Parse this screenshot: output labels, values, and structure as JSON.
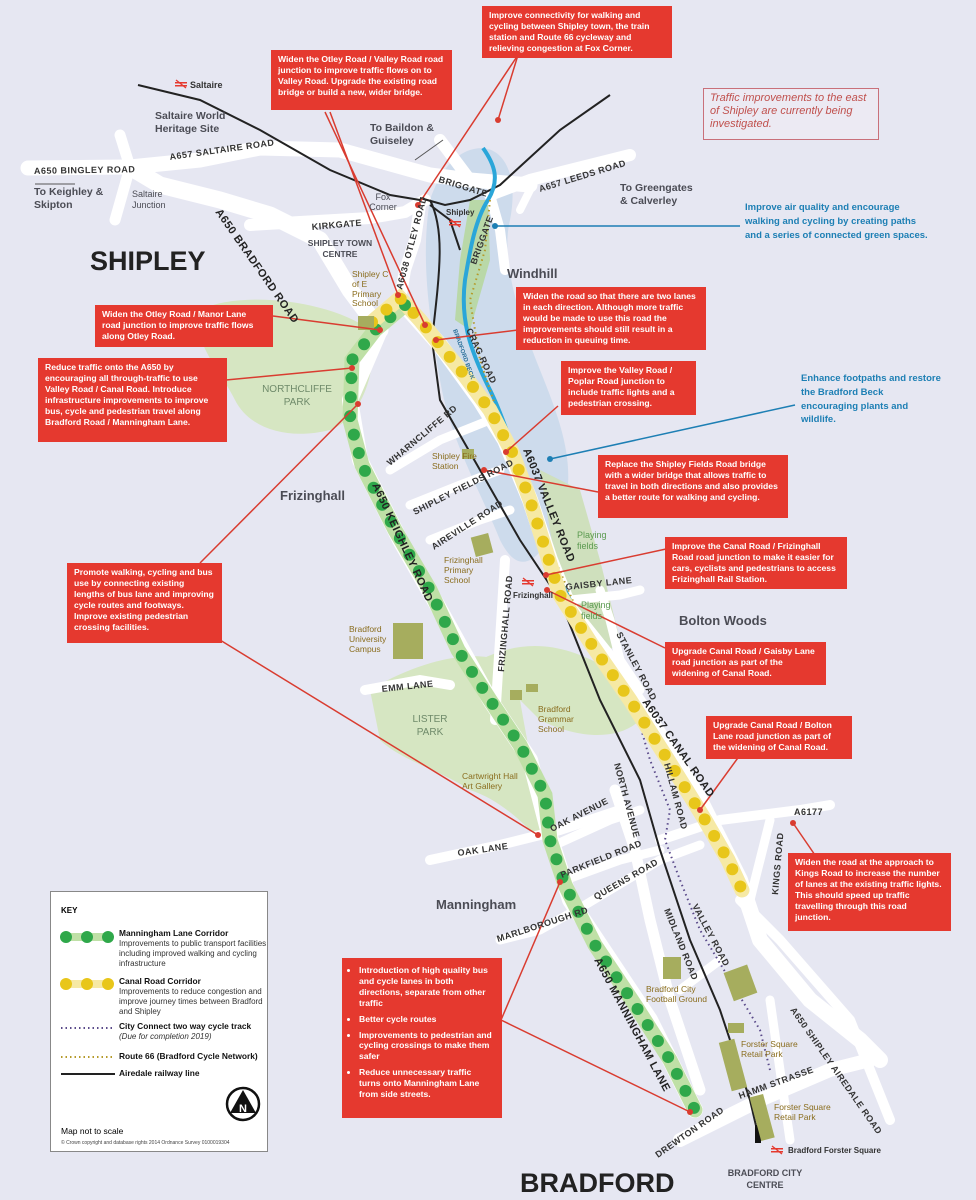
{
  "colors": {
    "background": "#e6e7f2",
    "callout": "#e5392f",
    "blue_note": "#1d7fb4",
    "manningham_corridor": "#2fa84a",
    "canal_corridor": "#e8c61a",
    "park": "#d6e6c2",
    "road": "#ffffff",
    "railway": "#222222",
    "beck": "#2aa6d9"
  },
  "towns": {
    "shipley": "SHIPLEY",
    "bradford": "BRADFORD",
    "windhill": "Windhill",
    "frizinghall": "Frizinghall",
    "bolton_woods": "Bolton Woods",
    "manningham": "Manningham"
  },
  "places": {
    "saltaire_world": "Saltaire World Heritage Site",
    "saltaire_junction": "Saltaire Junction",
    "to_baildon": "To Baildon & Guiseley",
    "to_keighley": "To Keighley & Skipton",
    "to_greengates": "To Greengates & Calverley",
    "fox_corner": "Fox Corner",
    "shipley_town_centre": "SHIPLEY TOWN CENTRE",
    "bradford_city_centre": "BRADFORD CITY CENTRE"
  },
  "stations": {
    "saltaire": "Saltaire",
    "shipley": "Shipley",
    "frizinghall": "Frizinghall",
    "forster_square": "Bradford Forster Square"
  },
  "parks": {
    "northcliffe": "NORTHCLIFFE PARK",
    "lister": "LISTER PARK",
    "playing_fields_1": "Playing fields",
    "playing_fields_2": "Playing fields"
  },
  "landmarks": {
    "shipley_school": "Shipley C of E Primary School",
    "fire_station": "Shipley Fire Station",
    "frizinghall_school": "Frizinghall Primary School",
    "university": "Bradford University Campus",
    "grammar_school": "Bradford Grammar School",
    "cartwright": "Cartwright Hall Art Gallery",
    "football_ground": "Bradford City Football Ground",
    "forster_retail_1": "Forster Square Retail Park",
    "forster_retail_2": "Forster Square Retail Park"
  },
  "roads": {
    "bingley": "A650 BINGLEY ROAD",
    "saltaire_road": "A657  SALTAIRE ROAD",
    "leeds_road": "A657  LEEDS ROAD",
    "kirkgate": "KIRKGATE",
    "briggate_1": "BRIGGATE",
    "briggate_2": "BRIGGATE",
    "bradford_road": "A650 BRADFORD ROAD",
    "otley_road": "A6038 OTLEY ROAD",
    "crag_road": "CRAG ROAD",
    "bradford_beck": "BRADFORD BECK",
    "wharncliffe": "WHARNCLIFFE RD",
    "shipley_fields": "SHIPLEY FIELDS ROAD",
    "aireville": "AIREVILLE ROAD",
    "valley_road": "A6037  VALLEY ROAD",
    "keighley_road": "A650 KEIGHLEY ROAD",
    "frizinghall_road": "FRIZINGHALL ROAD",
    "gaisby": "GAISBY LANE",
    "stanley": "STANLEY ROAD",
    "emm": "EMM LANE",
    "canal_road": "A6037 CANAL ROAD",
    "hillam": "HILLAM ROAD",
    "north_avenue": "NORTH AVENUE",
    "oak_avenue": "OAK AVENUE",
    "oak_lane": "OAK LANE",
    "parkfield": "PARKFIELD ROAD",
    "queens": "QUEENS ROAD",
    "marlborough": "MARLBOROUGH RD",
    "a6177": "A6177",
    "kings": "KINGS ROAD",
    "midland": "MIDLAND ROAD",
    "valley_road_south": "VALLEY ROAD",
    "manningham_lane": "A650 MANNINGHAM LANE",
    "shipley_airedale": "A650 SHIPLEY AIREDALE ROAD",
    "hamm": "HAMM STRASSE",
    "drewton": "DREWTON ROAD"
  },
  "callouts": {
    "fox_corner": "Improve connectivity for walking and cycling between Shipley town, the train station and Route 66 cycleway and relieving congestion at Fox Corner.",
    "otley_valley": "Widen the Otley Road / Valley Road road junction to improve traffic flows on to Valley Road. Upgrade the existing road bridge or build a new, wider bridge.",
    "otley_manor": "Widen the Otley Road / Manor Lane road junction to improve traffic flows along Otley Road.",
    "reduce_a650": "Reduce traffic onto the A650 by encouraging all through-traffic to use Valley Road / Canal Road.  Introduce infrastructure improvements to improve bus, cycle and pedestrian travel along Bradford Road / Manningham Lane.",
    "two_lanes": "Widen the road so that there are two lanes in each direction. Although more traffic would be made to use this road the improvements should still result in a reduction in queuing time.",
    "poplar": "Improve the Valley Road / Poplar Road junction to include traffic lights and a pedestrian crossing.",
    "shipley_fields_bridge": "Replace the Shipley Fields Road bridge with a wider bridge that allows traffic to travel in both directions and also provides a better route for walking and cycling.",
    "frizinghall_junction": "Improve the Canal Road / Frizinghall Road road junction to make it easier for cars, cyclists and pedestrians to access Frizinghall Rail Station.",
    "gaisby": "Upgrade Canal Road / Gaisby Lane road junction as part of the widening of Canal Road.",
    "bolton_lane": "Upgrade Canal Road / Bolton Lane road junction as part of the widening of Canal Road.",
    "promote": "Promote walking, cycling and bus use by connecting existing lengths of bus lane and improving cycle routes and footways. Improve existing pedestrian crossing facilities.",
    "kings_road": "Widen the road at the approach to Kings Road to increase the number of lanes at the existing traffic lights. This should speed up traffic travelling through this road junction.",
    "manningham_bullets": [
      "Introduction of high quality bus and cycle lanes in both directions, separate from other traffic",
      "Better cycle routes",
      "Improvements to pedestrian and cycling crossings to make them safer",
      "Reduce unnecessary traffic turns onto Manningham Lane from side streets."
    ]
  },
  "blue_notes": {
    "air_quality": "Improve air quality and encourage walking and cycling by creating paths and a series of connected green spaces.",
    "footpaths": "Enhance footpaths and restore the Bradford Beck encouraging plants and wildlife."
  },
  "east_note": "Traffic improvements to the east of Shipley are currently being investigated.",
  "key": {
    "title": "KEY",
    "items": [
      {
        "name": "Manningham Lane Corridor",
        "desc": "Improvements to public transport facilities including improved walking and cycling infrastructure"
      },
      {
        "name": "Canal Road Corridor",
        "desc": "Improvements to reduce congestion and improve journey times between Bradford and Shipley"
      },
      {
        "name": "City Connect two way cycle track",
        "desc": "(Due for completion 2019)"
      },
      {
        "name": "Route 66 (Bradford Cycle Network)",
        "desc": ""
      },
      {
        "name": "Airedale railway line",
        "desc": ""
      }
    ],
    "north_icon": "north-arrow-icon",
    "north_letter": "N",
    "not_to_scale": "Map not to scale",
    "copyright": "© Crown copyright and database rights 2014 Ordnance Survey 0100019304"
  }
}
